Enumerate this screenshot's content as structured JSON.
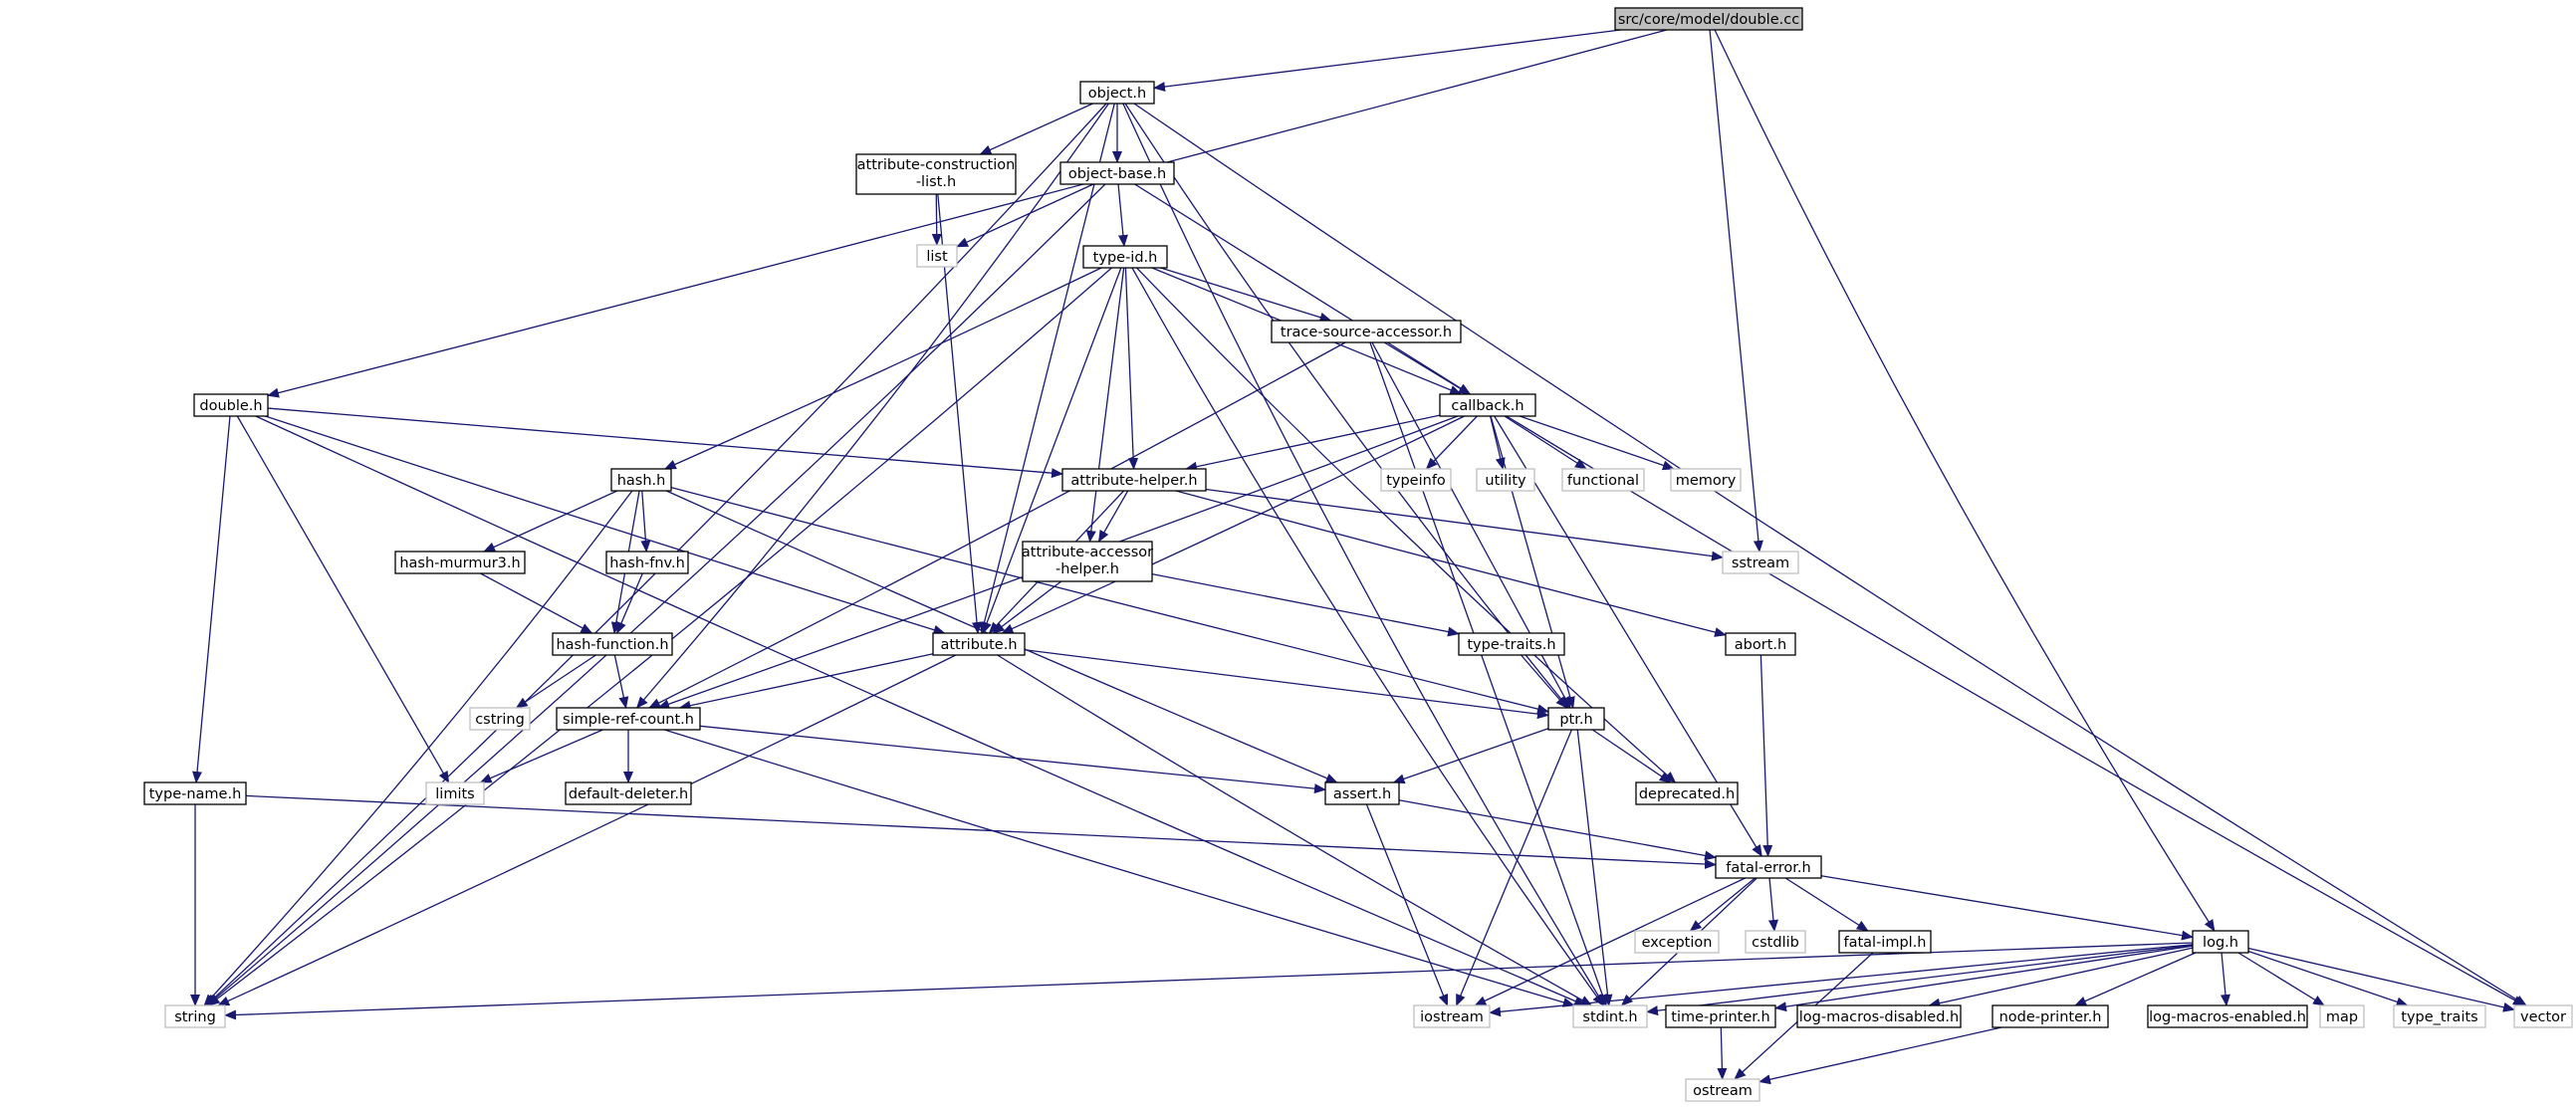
{
  "title": "",
  "colors": {
    "edge": "#191970",
    "node_border": "#000000",
    "root_fill": "#bfbfbf",
    "node_fill": "#ffffff",
    "system_header_border": "#bfbfbf",
    "text": "#000000",
    "system_text": "#404040"
  },
  "nodes": [
    {
      "id": "double_cc",
      "label": "src/core/model/double.cc",
      "kind": "root"
    },
    {
      "id": "object_h",
      "label": "object.h",
      "kind": "file"
    },
    {
      "id": "attr_construction",
      "label": "attribute-construction",
      "label2": "-list.h",
      "kind": "file"
    },
    {
      "id": "object_base",
      "label": "object-base.h",
      "kind": "file"
    },
    {
      "id": "list",
      "label": "list",
      "kind": "system"
    },
    {
      "id": "type_id",
      "label": "type-id.h",
      "kind": "file"
    },
    {
      "id": "trace_source",
      "label": "trace-source-accessor.h",
      "kind": "file"
    },
    {
      "id": "callback",
      "label": "callback.h",
      "kind": "file"
    },
    {
      "id": "double_h",
      "label": "double.h",
      "kind": "file"
    },
    {
      "id": "hash_h",
      "label": "hash.h",
      "kind": "file"
    },
    {
      "id": "attr_helper",
      "label": "attribute-helper.h",
      "kind": "file"
    },
    {
      "id": "typeinfo",
      "label": "typeinfo",
      "kind": "system"
    },
    {
      "id": "utility",
      "label": "utility",
      "kind": "system"
    },
    {
      "id": "functional",
      "label": "functional",
      "kind": "system"
    },
    {
      "id": "memory",
      "label": "memory",
      "kind": "system"
    },
    {
      "id": "hash_murmur3",
      "label": "hash-murmur3.h",
      "kind": "file"
    },
    {
      "id": "hash_fnv",
      "label": "hash-fnv.h",
      "kind": "file"
    },
    {
      "id": "attr_accessor",
      "label": "attribute-accessor",
      "label2": "-helper.h",
      "kind": "file"
    },
    {
      "id": "sstream",
      "label": "sstream",
      "kind": "system"
    },
    {
      "id": "hash_function",
      "label": "hash-function.h",
      "kind": "file"
    },
    {
      "id": "attribute_h",
      "label": "attribute.h",
      "kind": "file"
    },
    {
      "id": "type_traits_h",
      "label": "type-traits.h",
      "kind": "file"
    },
    {
      "id": "abort_h",
      "label": "abort.h",
      "kind": "file"
    },
    {
      "id": "cstring",
      "label": "cstring",
      "kind": "system"
    },
    {
      "id": "simple_ref",
      "label": "simple-ref-count.h",
      "kind": "file"
    },
    {
      "id": "ptr_h",
      "label": "ptr.h",
      "kind": "file"
    },
    {
      "id": "limits",
      "label": "limits",
      "kind": "system"
    },
    {
      "id": "default_deleter",
      "label": "default-deleter.h",
      "kind": "file"
    },
    {
      "id": "assert_h",
      "label": "assert.h",
      "kind": "file"
    },
    {
      "id": "deprecated_h",
      "label": "deprecated.h",
      "kind": "file"
    },
    {
      "id": "type_name",
      "label": "type-name.h",
      "kind": "file"
    },
    {
      "id": "fatal_error",
      "label": "fatal-error.h",
      "kind": "file"
    },
    {
      "id": "exception",
      "label": "exception",
      "kind": "system"
    },
    {
      "id": "cstdlib",
      "label": "cstdlib",
      "kind": "system"
    },
    {
      "id": "fatal_impl",
      "label": "fatal-impl.h",
      "kind": "file"
    },
    {
      "id": "log_h",
      "label": "log.h",
      "kind": "file"
    },
    {
      "id": "string",
      "label": "string",
      "kind": "system"
    },
    {
      "id": "iostream",
      "label": "iostream",
      "kind": "system"
    },
    {
      "id": "stdint",
      "label": "stdint.h",
      "kind": "system"
    },
    {
      "id": "time_printer",
      "label": "time-printer.h",
      "kind": "file"
    },
    {
      "id": "log_macros_disabled",
      "label": "log-macros-disabled.h",
      "kind": "file"
    },
    {
      "id": "node_printer",
      "label": "node-printer.h",
      "kind": "file"
    },
    {
      "id": "log_macros_enabled",
      "label": "log-macros-enabled.h",
      "kind": "file"
    },
    {
      "id": "map",
      "label": "map",
      "kind": "system"
    },
    {
      "id": "type_traits",
      "label": "type_traits",
      "kind": "system"
    },
    {
      "id": "vector",
      "label": "vector",
      "kind": "system"
    },
    {
      "id": "ostream",
      "label": "ostream",
      "kind": "system"
    }
  ],
  "edges": [
    [
      "double_cc",
      "object_h"
    ],
    [
      "double_cc",
      "double_h"
    ],
    [
      "double_cc",
      "sstream"
    ],
    [
      "double_cc",
      "log_h"
    ],
    [
      "object_h",
      "attr_construction"
    ],
    [
      "object_h",
      "object_base"
    ],
    [
      "object_h",
      "attribute_h"
    ],
    [
      "object_h",
      "simple_ref"
    ],
    [
      "object_h",
      "string"
    ],
    [
      "object_h",
      "ptr_h"
    ],
    [
      "object_h",
      "stdint"
    ],
    [
      "object_h",
      "vector"
    ],
    [
      "attr_construction",
      "list"
    ],
    [
      "attr_construction",
      "attribute_h"
    ],
    [
      "object_base",
      "list"
    ],
    [
      "object_base",
      "type_id"
    ],
    [
      "object_base",
      "callback"
    ],
    [
      "object_base",
      "string"
    ],
    [
      "type_id",
      "trace_source"
    ],
    [
      "type_id",
      "callback"
    ],
    [
      "type_id",
      "hash_h"
    ],
    [
      "type_id",
      "attr_helper"
    ],
    [
      "type_id",
      "attr_accessor"
    ],
    [
      "type_id",
      "attribute_h"
    ],
    [
      "type_id",
      "string"
    ],
    [
      "type_id",
      "stdint"
    ],
    [
      "type_id",
      "deprecated_h"
    ],
    [
      "trace_source",
      "callback"
    ],
    [
      "trace_source",
      "simple_ref"
    ],
    [
      "trace_source",
      "ptr_h"
    ],
    [
      "trace_source",
      "stdint"
    ],
    [
      "callback",
      "attr_helper"
    ],
    [
      "callback",
      "typeinfo"
    ],
    [
      "callback",
      "utility"
    ],
    [
      "callback",
      "functional"
    ],
    [
      "callback",
      "memory"
    ],
    [
      "callback",
      "ptr_h"
    ],
    [
      "callback",
      "fatal_error"
    ],
    [
      "callback",
      "simple_ref"
    ],
    [
      "callback",
      "attribute_h"
    ],
    [
      "callback",
      "vector"
    ],
    [
      "double_h",
      "attr_helper"
    ],
    [
      "double_h",
      "attribute_h"
    ],
    [
      "double_h",
      "type_name"
    ],
    [
      "double_h",
      "limits"
    ],
    [
      "double_h",
      "stdint"
    ],
    [
      "hash_h",
      "hash_murmur3"
    ],
    [
      "hash_h",
      "hash_fnv"
    ],
    [
      "hash_h",
      "hash_function"
    ],
    [
      "hash_h",
      "assert_h"
    ],
    [
      "hash_h",
      "ptr_h"
    ],
    [
      "hash_h",
      "string"
    ],
    [
      "hash_murmur3",
      "hash_function"
    ],
    [
      "hash_fnv",
      "hash_function"
    ],
    [
      "hash_function",
      "cstring"
    ],
    [
      "hash_function",
      "simple_ref"
    ],
    [
      "attr_helper",
      "attr_accessor"
    ],
    [
      "attr_helper",
      "attribute_h"
    ],
    [
      "attr_helper",
      "abort_h"
    ],
    [
      "attr_helper",
      "sstream"
    ],
    [
      "attr_accessor",
      "attribute_h"
    ],
    [
      "attr_accessor",
      "type_traits_h"
    ],
    [
      "attribute_h",
      "simple_ref"
    ],
    [
      "attribute_h",
      "ptr_h"
    ],
    [
      "attribute_h",
      "string"
    ],
    [
      "attribute_h",
      "stdint"
    ],
    [
      "type_traits_h",
      "ptr_h"
    ],
    [
      "abort_h",
      "fatal_error"
    ],
    [
      "simple_ref",
      "limits"
    ],
    [
      "simple_ref",
      "default_deleter"
    ],
    [
      "simple_ref",
      "assert_h"
    ],
    [
      "simple_ref",
      "stdint"
    ],
    [
      "ptr_h",
      "assert_h"
    ],
    [
      "ptr_h",
      "deprecated_h"
    ],
    [
      "ptr_h",
      "iostream"
    ],
    [
      "ptr_h",
      "stdint"
    ],
    [
      "assert_h",
      "fatal_error"
    ],
    [
      "assert_h",
      "iostream"
    ],
    [
      "type_name",
      "string"
    ],
    [
      "type_name",
      "fatal_error"
    ],
    [
      "fatal_error",
      "exception"
    ],
    [
      "fatal_error",
      "cstdlib"
    ],
    [
      "fatal_error",
      "fatal_impl"
    ],
    [
      "fatal_error",
      "log_h"
    ],
    [
      "fatal_error",
      "iostream"
    ],
    [
      "fatal_error",
      "stdint"
    ],
    [
      "fatal_impl",
      "ostream"
    ],
    [
      "log_h",
      "string"
    ],
    [
      "log_h",
      "iostream"
    ],
    [
      "log_h",
      "stdint"
    ],
    [
      "log_h",
      "time_printer"
    ],
    [
      "log_h",
      "log_macros_disabled"
    ],
    [
      "log_h",
      "node_printer"
    ],
    [
      "log_h",
      "log_macros_enabled"
    ],
    [
      "log_h",
      "map"
    ],
    [
      "log_h",
      "type_traits"
    ],
    [
      "log_h",
      "vector"
    ],
    [
      "time_printer",
      "ostream"
    ],
    [
      "node_printer",
      "ostream"
    ]
  ]
}
